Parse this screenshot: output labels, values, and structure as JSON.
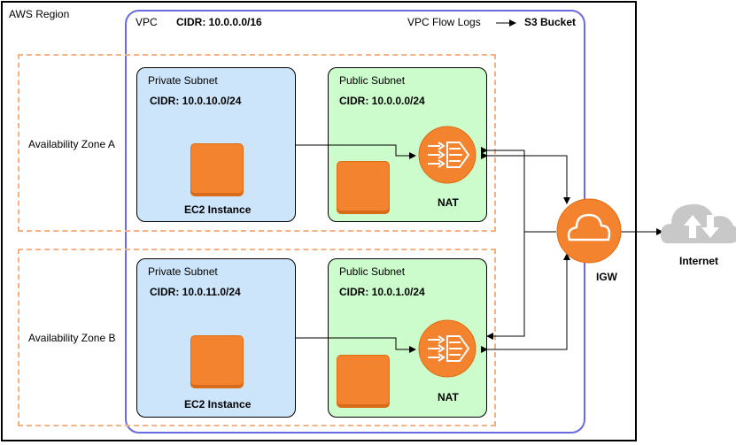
{
  "region": {
    "label": "AWS Region"
  },
  "vpc": {
    "label": "VPC",
    "cidr": "CIDR: 10.0.0.0/16",
    "flow_logs": "VPC Flow Logs",
    "s3": "S3 Bucket"
  },
  "zones": [
    {
      "label": "Availability Zone A",
      "private": {
        "title": "Private Subnet",
        "cidr": "CIDR: 10.0.10.0/24",
        "instance": "EC2 Instance"
      },
      "public": {
        "title": "Public Subnet",
        "cidr": "CIDR: 10.0.0.0/24",
        "nat": "NAT"
      }
    },
    {
      "label": "Availability Zone B",
      "private": {
        "title": "Private Subnet",
        "cidr": "CIDR: 10.0.11.0/24",
        "instance": "EC2 Instance"
      },
      "public": {
        "title": "Public Subnet",
        "cidr": "CIDR: 10.0.1.0/24",
        "nat": "NAT"
      }
    }
  ],
  "igw": {
    "label": "IGW"
  },
  "internet": {
    "label": "Internet"
  },
  "colors": {
    "vpc_border": "#6b6bdf",
    "az_border": "#f4b183",
    "private_fill": "#cce5fb",
    "public_fill": "#ccfccc",
    "aws_orange": "#f4832f",
    "cloud_gray": "#c8c8c8"
  },
  "icons": {
    "nat": "nat-gateway-icon",
    "igw": "internet-gateway-icon",
    "internet": "internet-cloud-icon",
    "ec2": "ec2-instance-icon"
  }
}
